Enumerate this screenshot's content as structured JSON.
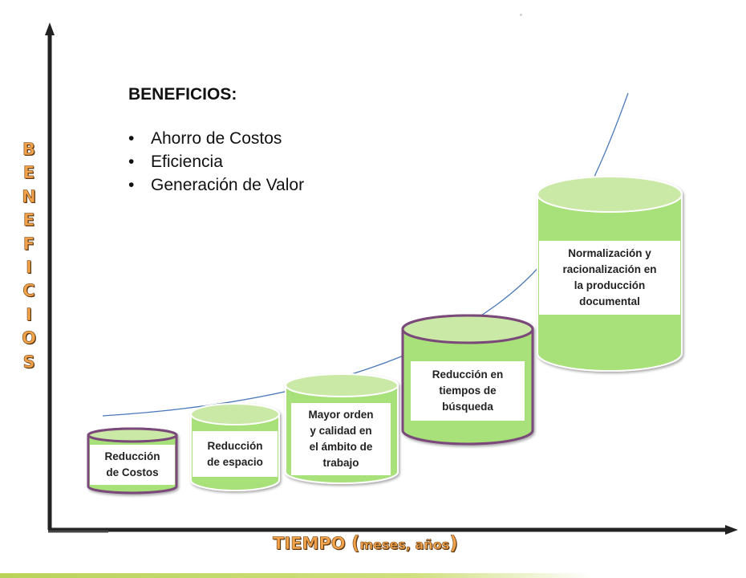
{
  "benefits": {
    "title": "BENEFICIOS:",
    "items": [
      "Ahorro de Costos",
      "Eficiencia",
      "Generación de Valor"
    ]
  },
  "y_axis_label": [
    "B",
    "E",
    "N",
    "E",
    "F",
    "I",
    "C",
    "I",
    "O",
    "S"
  ],
  "x_axis_label": {
    "main": "TIEMPO",
    "open_paren": "(",
    "sub": "meses, años",
    "close_paren": ")"
  },
  "cylinders": [
    {
      "label_lines": [
        "Reducción",
        "de Costos"
      ]
    },
    {
      "label_lines": [
        "Reducción",
        "de espacio"
      ]
    },
    {
      "label_lines": [
        "Mayor orden",
        "y calidad en",
        "el ámbito de",
        "trabajo"
      ]
    },
    {
      "label_lines": [
        "Reducción en",
        "tiempos de",
        "búsqueda"
      ]
    },
    {
      "label_lines": [
        "Normalización y",
        "racionalización en",
        "la producción",
        "documental"
      ]
    }
  ],
  "colors": {
    "cylinder_body": "#a8e07a",
    "cylinder_top": "#cbe9a6",
    "cylinder_outline": "#7a4a7a",
    "curve": "#4b79b8",
    "axis": "#222222",
    "label_orange": "#f2a24a"
  }
}
